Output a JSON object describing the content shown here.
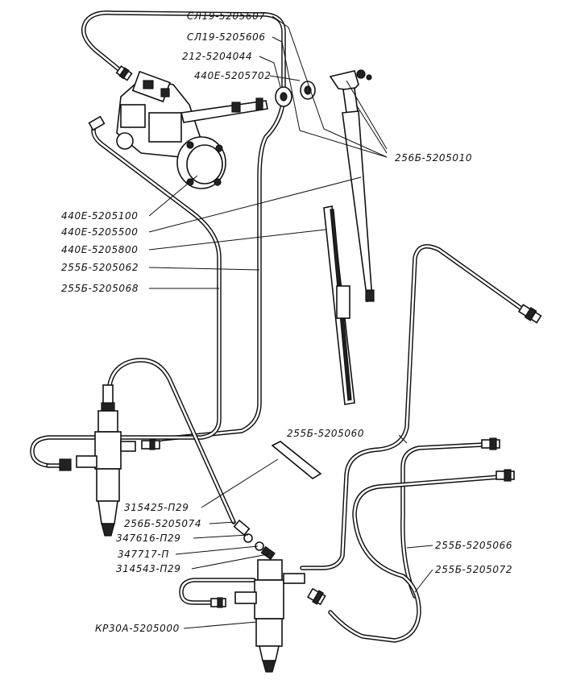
{
  "labels": [
    {
      "id": "l1",
      "text": "СЛ19-5205607"
    },
    {
      "id": "l2",
      "text": "СЛ19-5205606"
    },
    {
      "id": "l3",
      "text": "212-5204044"
    },
    {
      "id": "l4",
      "text": "440Е-5205702"
    },
    {
      "id": "l5",
      "text": "256Б-5205010"
    },
    {
      "id": "l6",
      "text": "440Е-5205100"
    },
    {
      "id": "l7",
      "text": "440Е-5205500"
    },
    {
      "id": "l8",
      "text": "440Е-5205800"
    },
    {
      "id": "l9",
      "text": "255Б-5205062"
    },
    {
      "id": "l10",
      "text": "255Б-5205068"
    },
    {
      "id": "l11",
      "text": "255Б-5205060"
    },
    {
      "id": "l12",
      "text": "315425-П29"
    },
    {
      "id": "l13",
      "text": "256Б-5205074"
    },
    {
      "id": "l14",
      "text": "347616-П29"
    },
    {
      "id": "l15",
      "text": "347717-П"
    },
    {
      "id": "l16",
      "text": "314543-П29"
    },
    {
      "id": "l17",
      "text": "255Б-5205066"
    },
    {
      "id": "l18",
      "text": "255Б-5205072"
    },
    {
      "id": "l19",
      "text": "КР30А-5205000"
    }
  ]
}
